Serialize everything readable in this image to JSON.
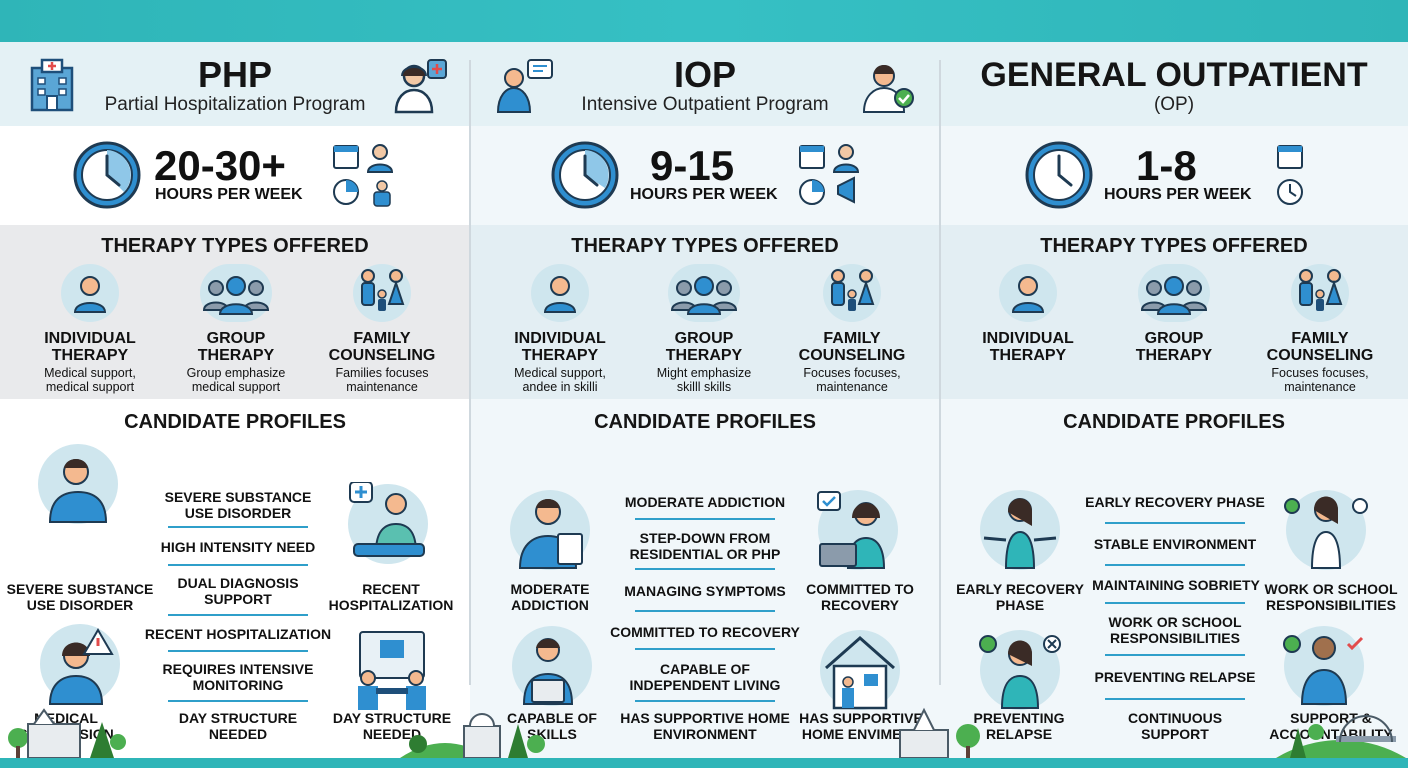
{
  "colors": {
    "teal": "#2fb5b8",
    "blue": "#2f8fd0",
    "navy": "#1e4f7a",
    "rule": "#2f9fca"
  },
  "columns": [
    {
      "abbr": "PHP",
      "full": "Partial Hospitalization Program",
      "hours": "20-30+",
      "hours_label": "HOURS PER WEEK",
      "therapy_title": "THERAPY TYPES OFFERED",
      "therapies": [
        {
          "name1": "INDIVIDUAL",
          "name2": "THERAPY",
          "desc1": "Medical support,",
          "desc2": "medical support"
        },
        {
          "name1": "GROUP",
          "name2": "THERAPY",
          "desc1": "Group emphasize",
          "desc2": "medical support"
        },
        {
          "name1": "FAMILY",
          "name2": "COUNSELING",
          "desc1": "Families focuses",
          "desc2": "maintenance"
        }
      ],
      "profiles_title": "CANDIDATE PROFILES",
      "profiles_center": [
        "SEVERE SUBSTANCE USE DISORDER",
        "HIGH INTENSITY NEED",
        "DUAL DIAGNOSIS SUPPORT",
        "RECENT HOSPITALIZATION",
        "REQUIRES INTENSIVE MONITORING",
        "DAY STRUCTURE NEEDED"
      ],
      "profiles_side": [
        "SEVERE SUBSTANCE USE DISORDER",
        "RECENT HOSPITALIZATION",
        "MEDICAL SUPERVISION",
        "DAY STRUCTURE NEEDED"
      ]
    },
    {
      "abbr": "IOP",
      "full": "Intensive Outpatient Program",
      "hours": "9-15",
      "hours_label": "HOURS PER WEEK",
      "therapy_title": "THERAPY TYPES OFFERED",
      "therapies": [
        {
          "name1": "INDIVIDUAL",
          "name2": "THERAPY",
          "desc1": "Medical support,",
          "desc2": "andee in skilli"
        },
        {
          "name1": "GROUP",
          "name2": "THERAPY",
          "desc1": "Might emphasize",
          "desc2": "skilll skills"
        },
        {
          "name1": "FAMILY",
          "name2": "COUNSELING",
          "desc1": "Focuses focuses,",
          "desc2": "maintenance"
        }
      ],
      "profiles_title": "CANDIDATE PROFILES",
      "profiles_center": [
        "MODERATE ADDICTION",
        "STEP-DOWN FROM RESIDENTIAL OR PHP",
        "MANAGING SYMPTOMS",
        "COMMITTED TO RECOVERY",
        "CAPABLE OF INDEPENDENT LIVING",
        "HAS SUPPORTIVE HOME ENVIRONMENT"
      ],
      "profiles_side": [
        "MODERATE ADDICTION",
        "COMMITTED TO RECOVERY",
        "CAPABLE OF SKILLS",
        "HAS SUPPORTIVE HOME ENVIMENT"
      ]
    },
    {
      "abbr": "GENERAL OUTPATIENT",
      "full": "(OP)",
      "hours": "1-8",
      "hours_label": "HOURS PER WEEK",
      "therapy_title": "THERAPY TYPES OFFERED",
      "therapies": [
        {
          "name1": "INDIVIDUAL",
          "name2": "THERAPY",
          "desc1": "",
          "desc2": ""
        },
        {
          "name1": "GROUP",
          "name2": "THERAPY",
          "desc1": "",
          "desc2": ""
        },
        {
          "name1": "FAMILY",
          "name2": "COUNSELING",
          "desc1": "Focuses focuses,",
          "desc2": "maintenance"
        }
      ],
      "profiles_title": "CANDIDATE PROFILES",
      "profiles_center": [
        "EARLY RECOVERY PHASE",
        "STABLE ENVIRONMENT",
        "MAINTAINING SOBRIETY",
        "WORK OR SCHOOL RESPONSIBILITIES",
        "PREVENTING RELAPSE",
        "CONTINUOUS SUPPORT"
      ],
      "profiles_side": [
        "EARLY RECOVERY PHASE",
        "WORK OR SCHOOL RESPONSIBILITIES",
        "PREVENTING RELAPSE",
        "SUPPORT & ACCOUNTABILITY"
      ]
    }
  ]
}
